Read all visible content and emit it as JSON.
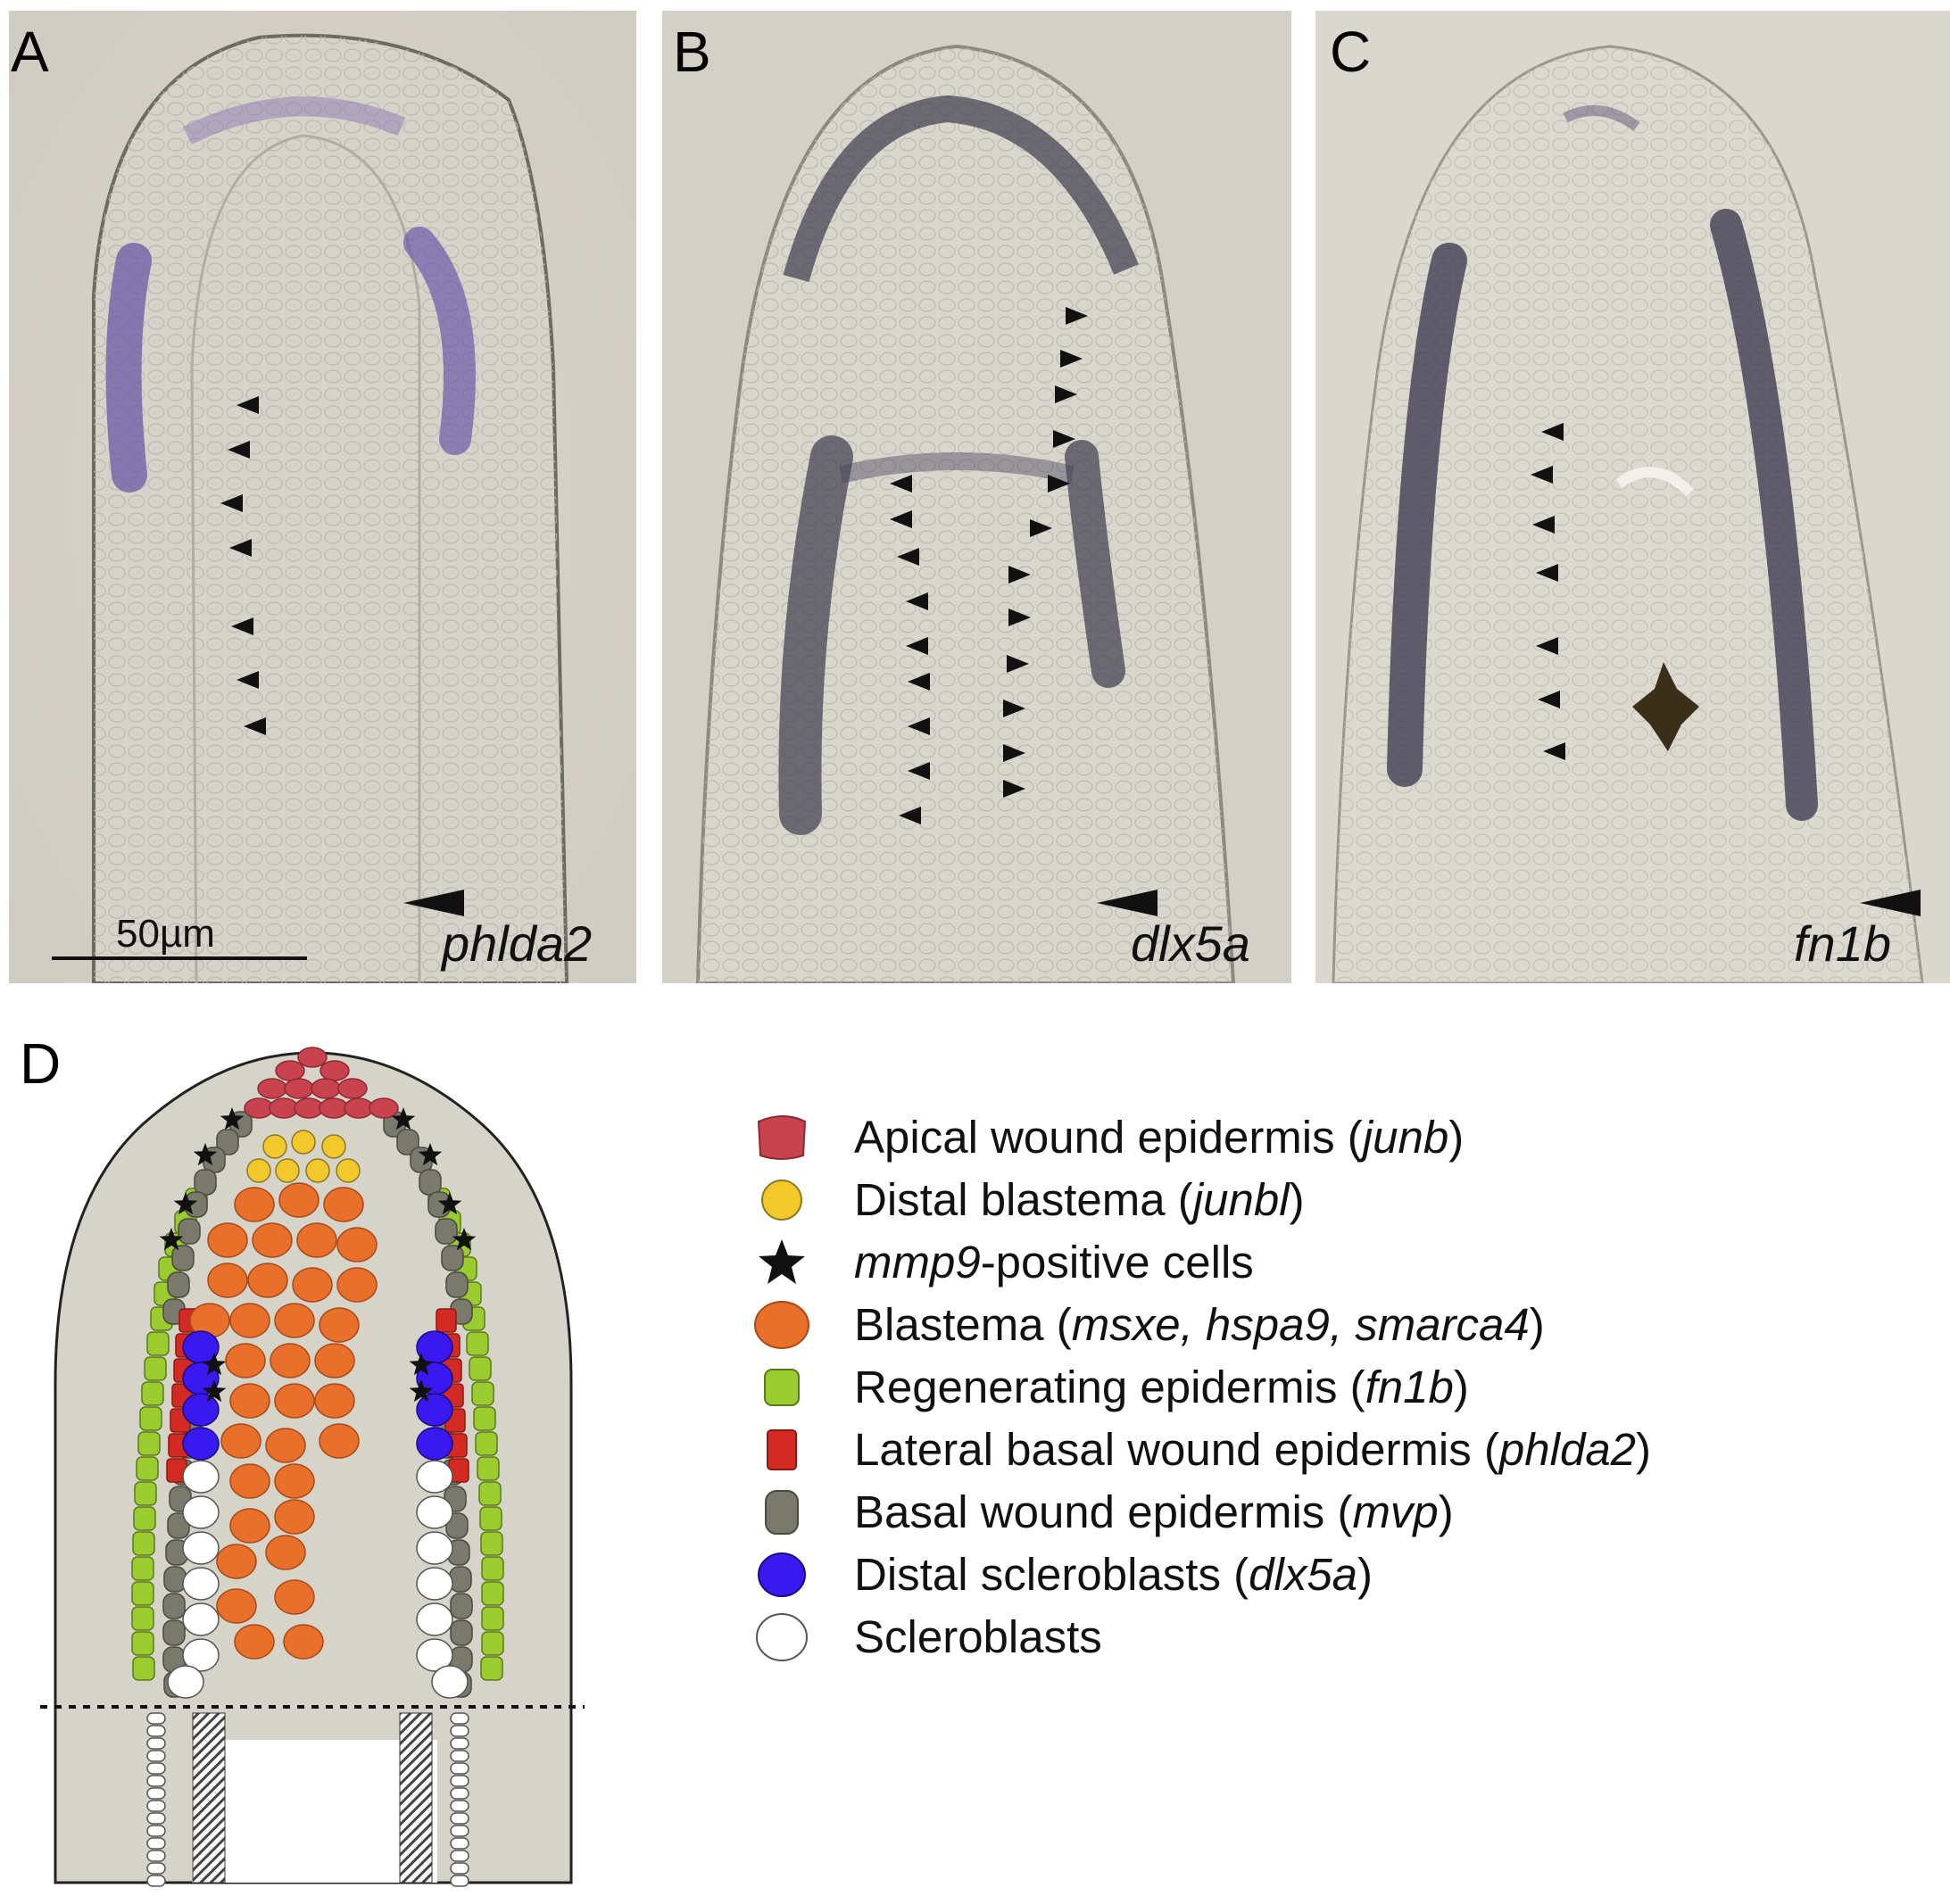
{
  "panels": [
    {
      "label": "A",
      "gene": "phlda2",
      "scale_bar": "50µm"
    },
    {
      "label": "B",
      "gene": "dlx5a"
    },
    {
      "label": "C",
      "gene": "fn1b"
    }
  ],
  "diagram": {
    "label": "D"
  },
  "legend": [
    {
      "text": "Apical wound epidermis (",
      "gene": "junb",
      "suffix": ")",
      "icon": "red-square",
      "color": "#c9434f"
    },
    {
      "text": "Distal blastema (",
      "gene": "junbl",
      "suffix": ")",
      "icon": "yellow-circle",
      "color": "#f2c82d"
    },
    {
      "text": "",
      "gene": "mmp9",
      "suffix": "-positive cells",
      "icon": "black-star",
      "color": "#111111"
    },
    {
      "text": "Blastema (",
      "gene": "msxe, hspa9, smarca4",
      "suffix": ")",
      "icon": "orange-circle",
      "color": "#e8702a"
    },
    {
      "text": "Regenerating epidermis (",
      "gene": "fn1b",
      "suffix": ")",
      "icon": "green-square",
      "color": "#9bcc2f"
    },
    {
      "text": "Lateral basal wound epidermis (",
      "gene": "phlda2",
      "suffix": ")",
      "icon": "red-rect",
      "color": "#d42a24"
    },
    {
      "text": "Basal wound epidermis (",
      "gene": "mvp",
      "suffix": ")",
      "icon": "gray-rounded-rect",
      "color": "#7a7a6c"
    },
    {
      "text": "Distal scleroblasts (",
      "gene": "dlx5a",
      "suffix": ")",
      "icon": "blue-circle",
      "color": "#3a18f0"
    },
    {
      "text": "Scleroblasts",
      "gene": "",
      "suffix": "",
      "icon": "white-circle",
      "color": "#ffffff"
    }
  ]
}
